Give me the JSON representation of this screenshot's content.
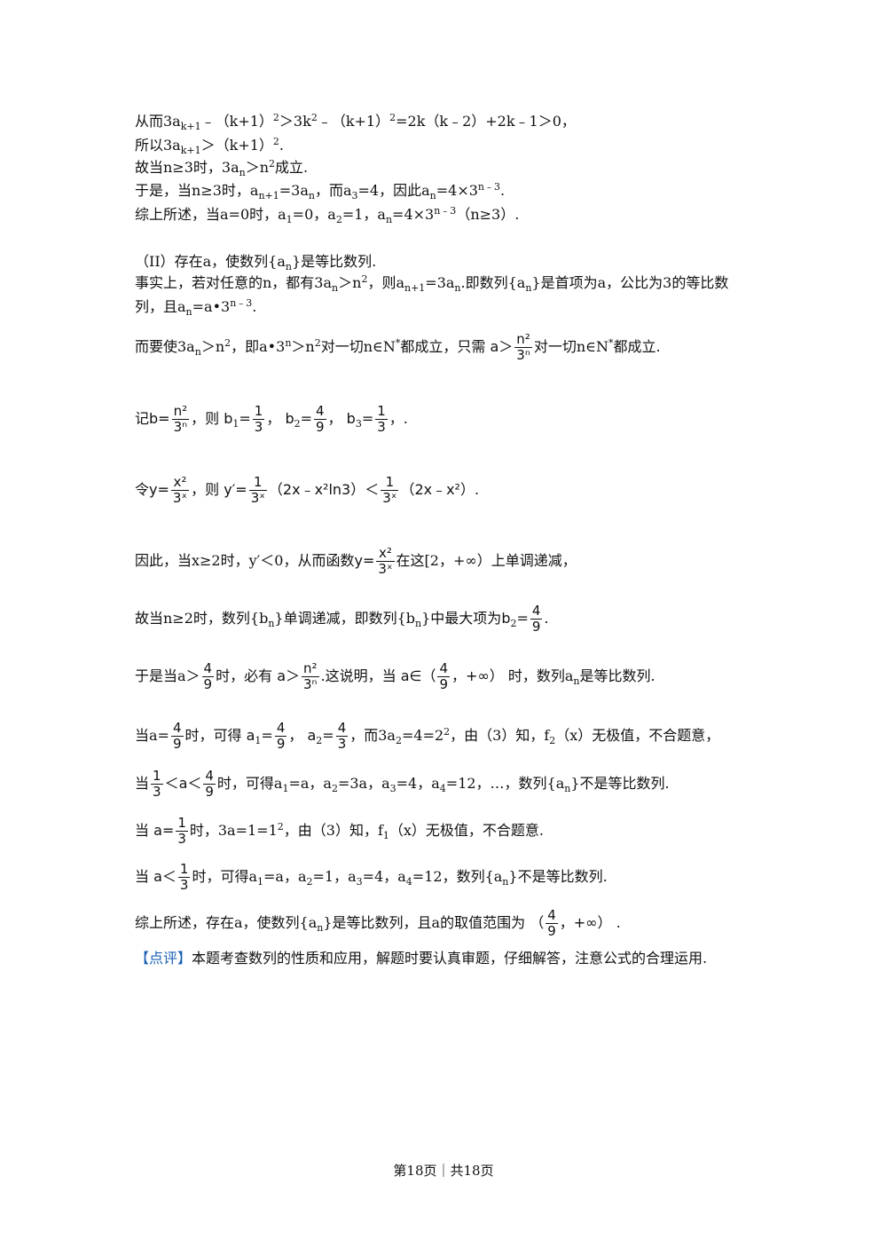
{
  "page": {
    "footer": "第18页｜共18页"
  },
  "lines": {
    "l1": "从而3a",
    "l1_sub": "k+1",
    "l1_b": "﹣（k+1）",
    "l1_sup": "2",
    "l1_c": "＞3k",
    "l1_sup2": "2",
    "l1_d": "﹣（k+1）",
    "l1_sup3": "2",
    "l1_e": "=2k（k﹣2）+2k﹣1＞0，",
    "l2": "所以3a",
    "l2_sub": "k+1",
    "l2_b": "＞（k+1）",
    "l2_sup": "2",
    "l2_c": ".",
    "l3": "故当n≥3时，3a",
    "l3_sub": "n",
    "l3_b": "＞n",
    "l3_sup": "2",
    "l3_c": "成立.",
    "l4": "于是，当n≥3时，a",
    "l4_sub": "n+1",
    "l4_b": "=3a",
    "l4_sub2": "n",
    "l4_c": "，而a",
    "l4_sub3": "3",
    "l4_d": "=4，因此a",
    "l4_sub4": "n",
    "l4_e": "=4×3",
    "l4_sup": "n﹣3",
    "l4_f": ".",
    "l5": "综上所述，当a=0时，a",
    "l5_sub": "1",
    "l5_b": "=0，a",
    "l5_sub2": "2",
    "l5_c": "=1，a",
    "l5_sub3": "n",
    "l5_d": "=4×3",
    "l5_sup": "n﹣3",
    "l5_e": "（n≥3）.",
    "l6": "（II）存在a，使数列{a",
    "l6_sub": "n",
    "l6_b": "}是等比数列.",
    "l7": "事实上，若对任意的n，都有3a",
    "l7_sub": "n",
    "l7_b": "＞n",
    "l7_sup": "2",
    "l7_c": "，则a",
    "l7_sub2": "n+1",
    "l7_d": "=3a",
    "l7_sub3": "n",
    "l7_e": ".即数列{a",
    "l7_sub4": "n",
    "l7_f": "}是首项为a，公比为3的等比数列，且a",
    "l7_sub5": "n",
    "l7_g": "=a•3",
    "l7_sup2": "n﹣3",
    "l7_h": ".",
    "l8": "而要使3a",
    "l8_sub": "n",
    "l8_b": "＞n",
    "l8_sup": "2",
    "l8_c": "，即a•3",
    "l8_sup2": "n",
    "l8_d": "＞n",
    "l8_sup3": "2",
    "l8_e": "对一切n∈N",
    "l8_sup4": "*",
    "l8_f": "都成立，只需",
    "l8_a": "a＞",
    "l8_num": "n²",
    "l8_den": "3ⁿ",
    "l8_g": "对一切n∈N",
    "l8_sup5": "*",
    "l8_h": "都成立.",
    "l9": "记",
    "l9_b": "b=",
    "l9_num": "n²",
    "l9_den": "3ⁿ",
    "l9_c": "，则",
    "l9_b1": "b",
    "l9_b1s": "1",
    "l9_eq": "=",
    "l9_n1": "1",
    "l9_d1": "3",
    "l9_sep": "，",
    "l9_b2": "b",
    "l9_b2s": "2",
    "l9_n2": "4",
    "l9_d2": "9",
    "l9_b3": "b",
    "l9_b3s": "3",
    "l9_n3": "1",
    "l9_d3": "3",
    "l9_end": "，.",
    "l10": "令",
    "l10_y": "y=",
    "l10_num": "x²",
    "l10_den": "3ˣ",
    "l10_b": "，则",
    "l10_yp": "y′=",
    "l10_n2": "1",
    "l10_d2": "3ˣ",
    "l10_c": "（2x﹣x²ln3）＜",
    "l10_n3": "1",
    "l10_d3": "3ˣ",
    "l10_d": "（2x﹣x²）.",
    "l11": "因此，当x≥2时，y′＜0，从而函数",
    "l11_y": "y=",
    "l11_num": "x²",
    "l11_den": "3ˣ",
    "l11_b": "在这[2，+∞）上单调递减，",
    "l12": "故当n≥2时，数列{b",
    "l12_sub": "n",
    "l12_b": "}单调递减，即数列{b",
    "l12_sub2": "n",
    "l12_c": "}中最大项为",
    "l12_bb": "b",
    "l12_bbs": "2",
    "l12_eq": "=",
    "l12_num": "4",
    "l12_den": "9",
    "l12_d": ".",
    "l13": "于是当a＞",
    "l13_num": "4",
    "l13_den": "9",
    "l13_b": "时，必有",
    "l13_a": "a＞",
    "l13_num2": "n²",
    "l13_den2": "3ⁿ",
    "l13_c": ".这说明，当",
    "l13_in": "a∈（",
    "l13_num3": "4",
    "l13_den3": "9",
    "l13_inf": "，+∞）",
    "l13_d": "时，数列a",
    "l13_sub": "n",
    "l13_e": "是等比数列.",
    "l14": "当a=",
    "l14_num": "4",
    "l14_den": "9",
    "l14_b": "时，可得",
    "l14_a1": "a",
    "l14_a1s": "1",
    "l14_eq": "=",
    "l14_n1": "4",
    "l14_d1": "9",
    "l14_sep": "，",
    "l14_a2": "a",
    "l14_a2s": "2",
    "l14_n2": "4",
    "l14_d2": "3",
    "l14_c": "，而3a",
    "l14_sub": "2",
    "l14_d": "=4=2",
    "l14_sup": "2",
    "l14_e": "，由（3）知，f",
    "l14_sub2": "2",
    "l14_f": "（x）无极值，不合题意，",
    "l15": "当",
    "l15_n1": "1",
    "l15_d1": "3",
    "l15_mid": "＜a＜",
    "l15_n2": "4",
    "l15_d2": "9",
    "l15_b": "时，可得a",
    "l15_s1": "1",
    "l15_c": "=a，a",
    "l15_s2": "2",
    "l15_d": "=3a，a",
    "l15_s3": "3",
    "l15_e": "=4，a",
    "l15_s4": "4",
    "l15_f": "=12，…，数列{a",
    "l15_s5": "n",
    "l15_g": "}不是等比数列.",
    "l16": "当",
    "l16_a": "a=",
    "l16_num": "1",
    "l16_den": "3",
    "l16_b": "时，3a=1=1",
    "l16_sup": "2",
    "l16_c": "，由（3）知，f",
    "l16_sub": "1",
    "l16_d": "（x）无极值，不合题意.",
    "l17": "当",
    "l17_a": "a＜",
    "l17_num": "1",
    "l17_den": "3",
    "l17_b": "时，可得a",
    "l17_s1": "1",
    "l17_c": "=a，a",
    "l17_s2": "2",
    "l17_d": "=1，a",
    "l17_s3": "3",
    "l17_e": "=4，a",
    "l17_s4": "4",
    "l17_f": "=12，数列{a",
    "l17_s5": "n",
    "l17_g": "}不是等比数列.",
    "l18": "综上所述，存在a，使数列{a",
    "l18_sub": "n",
    "l18_b": "}是等比数列，且a的取值范围为",
    "l18_open": "（",
    "l18_num": "4",
    "l18_den": "9",
    "l18_inf": "，+∞）",
    "l18_end": ".",
    "l19_tag": "【点评】",
    "l19": "本题考查数列的性质和应用，解题时要认真审题，仔细解答，注意公式的合理运用."
  }
}
